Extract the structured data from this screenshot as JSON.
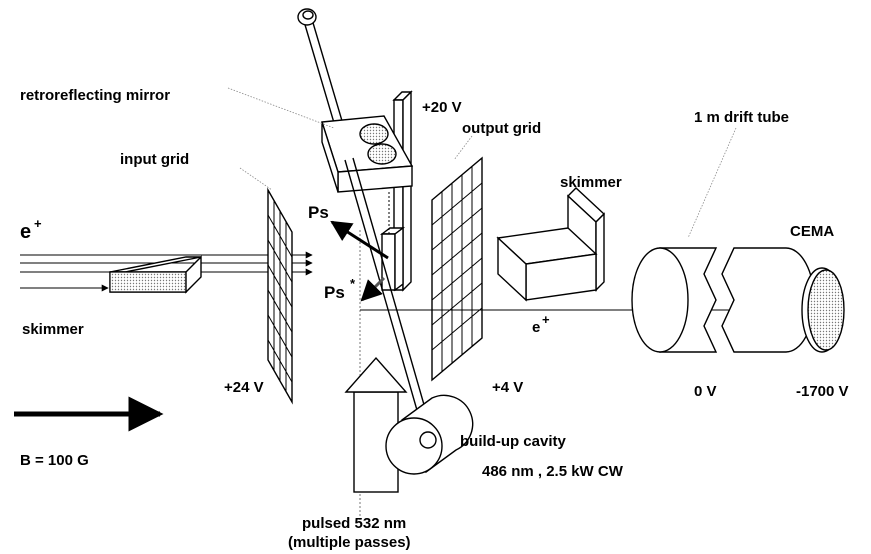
{
  "labels": {
    "retro_mirror": "retroreflecting mirror",
    "v20": "+20 V",
    "output_grid": "output grid",
    "drift_tube": "1 m drift tube",
    "input_grid": "input grid",
    "skimmer_right": "skimmer",
    "cema": "CEMA",
    "e_plus_big": "e",
    "e_plus_big_sup": "+",
    "ps": "Ps",
    "ps_star": "Ps",
    "ps_star_sup": "*",
    "skimmer_left": "skimmer",
    "e_plus_small": "e",
    "e_plus_small_sup": "+",
    "v24": "+24 V",
    "v4": "+4 V",
    "v0": "0 V",
    "vneg1700": "-1700 V",
    "b_field": "B = 100 G",
    "buildup": "build-up cavity",
    "laser_cw": "486 nm , 2.5 kW  CW",
    "pulsed": "pulsed 532 nm",
    "passes": "(multiple passes)"
  }
}
